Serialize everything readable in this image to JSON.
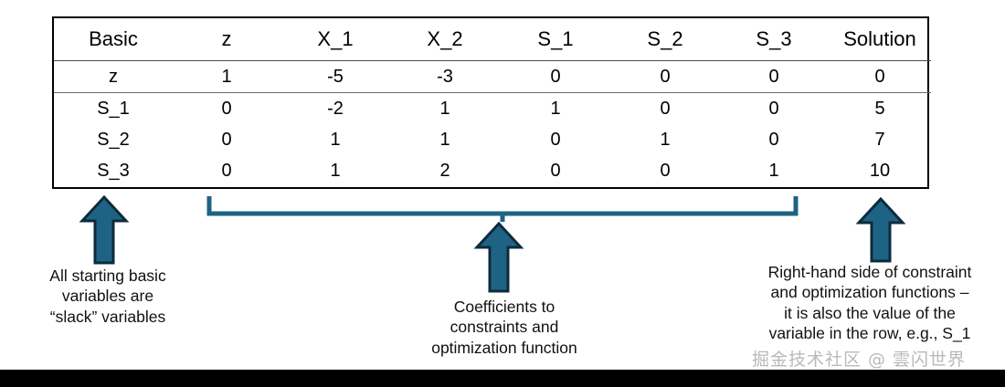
{
  "table": {
    "headers": [
      "Basic",
      "z",
      "X_1",
      "X_2",
      "S_1",
      "S_2",
      "S_3",
      "Solution"
    ],
    "rows": [
      {
        "cells": [
          "z",
          "1",
          "-5",
          "-3",
          "0",
          "0",
          "0",
          "0"
        ]
      },
      {
        "cells": [
          "S_1",
          "0",
          "-2",
          "1",
          "1",
          "0",
          "0",
          "5"
        ]
      },
      {
        "cells": [
          "S_2",
          "0",
          "1",
          "1",
          "0",
          "1",
          "0",
          "7"
        ]
      },
      {
        "cells": [
          "S_3",
          "0",
          "1",
          "2",
          "0",
          "0",
          "1",
          "10"
        ]
      }
    ]
  },
  "annotations": {
    "left": {
      "line1": "All starting basic",
      "line2": "variables are",
      "line3": "“slack” variables"
    },
    "middle": {
      "line1": "Coefficients to",
      "line2": "constraints and",
      "line3": "optimization function"
    },
    "right": {
      "line1": "Right-hand side of constraint",
      "line2": "and optimization functions –",
      "line3": "it is also the value of the",
      "line4": "variable in the row, e.g., S_1"
    }
  },
  "watermark": {
    "text": "掘金技术社区 @ 雲闪世界"
  },
  "colors": {
    "arrow_fill": "#1f6384",
    "arrow_stroke": "#0d2b3c",
    "brace_stroke": "#1f6384",
    "table_border": "#000000",
    "text": "#111111",
    "background": "#ffffff"
  }
}
